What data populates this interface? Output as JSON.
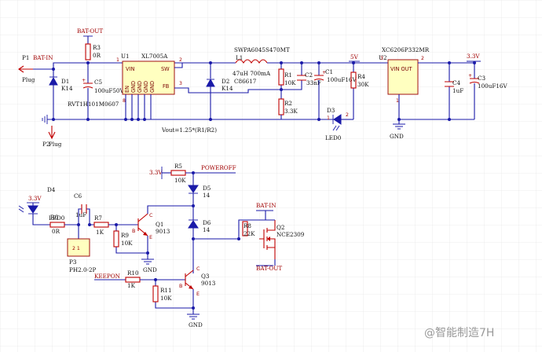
{
  "nets": {
    "bat_out_top": "BAT-OUT",
    "bat_in_top": "BAT-IN",
    "v5": "5V",
    "v33_top": "3.3V",
    "v33_led": "3.3V",
    "v33_r5": "3.3V",
    "poweroff": "POWEROFF",
    "bat_in_q2": "BAT-IN",
    "bat_out_q2": "BAT-OUT",
    "keepon": "KEEPON",
    "gnd_u2": "GND",
    "gnd_q1": "GND",
    "gnd_q3": "GND"
  },
  "connectors": {
    "p1_ref": "P1",
    "p1_label": "Plug",
    "p2_ref": "P2",
    "p2_label": "Plug",
    "p3_ref": "P3",
    "p3_label": "PH2.0-2P"
  },
  "components": {
    "d1_ref": "D1",
    "d1_val": "K14",
    "d1_part": "RVT1H101M0607",
    "r3_ref": "R3",
    "r3_val": "0R",
    "c5_ref": "C5",
    "c5_val": "100uF50V",
    "u1_ref": "U1",
    "u1_val": "XL7005A",
    "l1_part": "SWPA6045S470MT",
    "l1_ref": "L1",
    "l1_val": "47uH 700mA",
    "l1_code": "C86617",
    "d2_ref": "D2",
    "d2_val": "K14",
    "r1_ref": "R1",
    "r1_val": "10K",
    "r2_ref": "R2",
    "r2_val": "3.3K",
    "c2_ref": "C2",
    "c2_val": "33nF",
    "c1_ref": "C1",
    "c1_val": "100uF16V",
    "r4_ref": "R4",
    "r4_val": "30K",
    "d3_ref": "D3",
    "d3_val": "LED0",
    "u2_ref": "U2",
    "u2_val": "XC6206P332MR",
    "c4_ref": "C4",
    "c4_val": "1uF",
    "c3_ref": "C3",
    "c3_val": "100uF16V",
    "vout_formula": "Vout=1.25*(R1/R2)",
    "d4_ref": "D4",
    "d4_val": "LED0",
    "r6_ref": "R6",
    "r6_val": "0R",
    "c6_ref": "C6",
    "c6_val": "1uF",
    "r7_ref": "R7",
    "r7_val": "1K",
    "r9_ref": "R9",
    "r9_val": "10K",
    "q1_ref": "Q1",
    "q1_val": "9013",
    "r5_ref": "R5",
    "r5_val": "10K",
    "d5_ref": "D5",
    "d5_val": "14",
    "d6_ref": "D6",
    "d6_val": "14",
    "r8_ref": "R8",
    "r8_val": "22K",
    "q2_ref": "Q2",
    "q2_val": "NCE2309",
    "r10_ref": "R10",
    "r10_val": "1K",
    "r11_ref": "R11",
    "r11_val": "10K",
    "q3_ref": "Q3",
    "q3_val": "9013"
  },
  "u1_pins": {
    "vin": "VIN",
    "sw": "SW",
    "fb": "FB",
    "en": "EN",
    "gnd1": "GND",
    "gnd2": "GND",
    "gnd3": "GND",
    "gnd4": "GND",
    "p1": "1",
    "p2": "2",
    "p3": "3",
    "p8": "8"
  },
  "u2_pins": {
    "label": "VIN OUT",
    "p3": "3",
    "p2": "2",
    "p1": "1"
  },
  "pins": {
    "q1_c": "C",
    "q1_b": "B",
    "q1_e": "E",
    "q3_c": "C",
    "q3_b": "B",
    "q3_e": "E",
    "d3_1": "1",
    "d3_2": "2",
    "c1_plus": "+",
    "c3_plus": "+",
    "c5_plus": "+",
    "p3_pins": "2 1"
  },
  "watermark": "@智能制造7H",
  "colors": {
    "wire": "#1a1aa8",
    "part": "#c00000",
    "ic_fill": "#ffffc0",
    "grid": "#e6e6e6"
  }
}
